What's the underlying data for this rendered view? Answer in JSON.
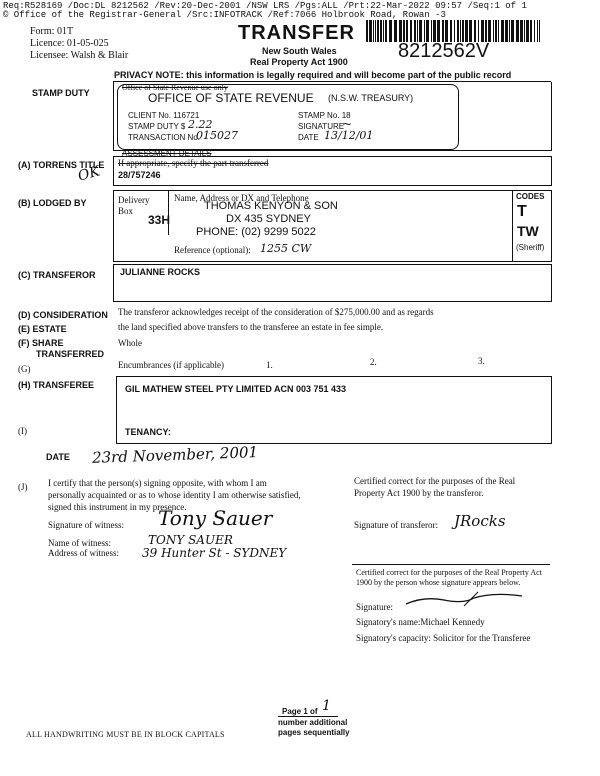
{
  "header": {
    "line1": "Req:R528169 /Doc:DL 8212562 /Rev:20-Dec-2001 /NSW LRS /Pgs:ALL /Prt:22-Mar-2022 09:57 /Seq:1 of 1",
    "line2": "© Office of the Registrar-General /Src:INFOTRACK /Ref:7066 Holbrook Road, Rowan -3"
  },
  "form_info": {
    "form": "Form:  01T",
    "licence": "Licence:  01-05-025",
    "licensee": "Licensee: Walsh & Blair"
  },
  "title": {
    "main": "TRANSFER",
    "state": "New South Wales",
    "act": "Real Property Act 1900",
    "doc_number": "8212562V"
  },
  "privacy_notice": "PRIVACY NOTE: this information is legally required and will become part of the public record",
  "stamp_duty": {
    "label": "STAMP DUTY",
    "office_use": "Office of State Revenue use only",
    "office": "OFFICE OF STATE REVENUE",
    "office_sub": "(N.S.W. TREASURY)",
    "client_no": "CLIENT No. 116721",
    "stamp_no": "STAMP No. 18",
    "stamp_duty": "STAMP DUTY $",
    "stamp_duty_hand": "2.22",
    "signature": "SIGNATURE",
    "transaction": "TRANSACTION No.",
    "transaction_hand": "015027",
    "date": "DATE",
    "date_hand": "13/12/01",
    "assessment": "ASSESSMENT DETAILS"
  },
  "torrens": {
    "label": "(A) TORRENS TITLE",
    "note": "If appropriate, specify the part transferred",
    "value": "28/757246",
    "hand": "OK"
  },
  "lodged": {
    "label": "(B) LODGED BY",
    "delivery": "Delivery",
    "box": "Box",
    "box_no": "33H",
    "name_addr": "Name, Address or DX and Telephone",
    "firm": "THOMAS KENYON & SON",
    "dx": "DX 435 SYDNEY",
    "phone": "PHONE: (02) 9299 5022",
    "reference": "Reference (optional):",
    "reference_hand": "1255 CW",
    "codes_label": "CODES",
    "code1": "T",
    "code2": "TW",
    "code3": "(Sheriff)"
  },
  "transferor": {
    "label": "(C) TRANSFEROR",
    "value": "JULIANNE ROCKS"
  },
  "consideration": {
    "label": "(D) CONSIDERATION",
    "text": "The transferor acknowledges receipt of the consideration of $275,000.00  and as regards"
  },
  "estate": {
    "label": "(E) ESTATE",
    "text": "the land specified  above transfers  to the transferee an estate in fee simple."
  },
  "share": {
    "label": "(F) SHARE",
    "label2": "TRANSFERRED",
    "value": "Whole"
  },
  "encumbrances": {
    "label": "(G)",
    "text": "Encumbrances (if applicable)",
    "n1": "1.",
    "n2": "2.",
    "n3": "3."
  },
  "transferee": {
    "label": "(H) TRANSFEREE",
    "value": "GIL MATHEW STEEL PTY LIMITED ACN 003 751 433"
  },
  "tenancy": {
    "label": "(I)",
    "text": "TENANCY:"
  },
  "date_section": {
    "label": "DATE",
    "hand": "23rd November, 2001"
  },
  "certify": {
    "label": "(J)",
    "line1": "I certify that the person(s) signing opposite, with whom I am",
    "line2": "personally acquainted or as to whose identity I am otherwise satisfied,",
    "line3": "signed this instrument in my presence.",
    "witness_sig": "Signature of witness:",
    "witness_sig_hand": "Tony Sauer",
    "witness_name": "Name of witness:",
    "witness_name_hand": "TONY SAUER",
    "witness_addr": "Address of witness:",
    "witness_addr_hand": "39 Hunter St - SYDNEY",
    "certified1": "Certified correct for the purposes of the Real",
    "certified2": "Property Act 1900 by the transferor.",
    "transferor_sig": "Signature of transferor:",
    "transferor_sig_hand": "JRocks"
  },
  "certified2": {
    "line1": "Certified correct for the purposes of the Real Property Act",
    "line2": "1900 by the person whose signature appears below.",
    "signature": "Signature:",
    "name": "Signatory's name:Michael Kennedy",
    "capacity": "Signatory's capacity: Solicitor for the Transferee"
  },
  "footer": {
    "page": "Page 1 of",
    "page_hand": "1",
    "additional": "number additional",
    "sequential": "pages sequentially",
    "handwriting": "ALL HANDWRITING MUST BE IN BLOCK CAPITALS"
  }
}
